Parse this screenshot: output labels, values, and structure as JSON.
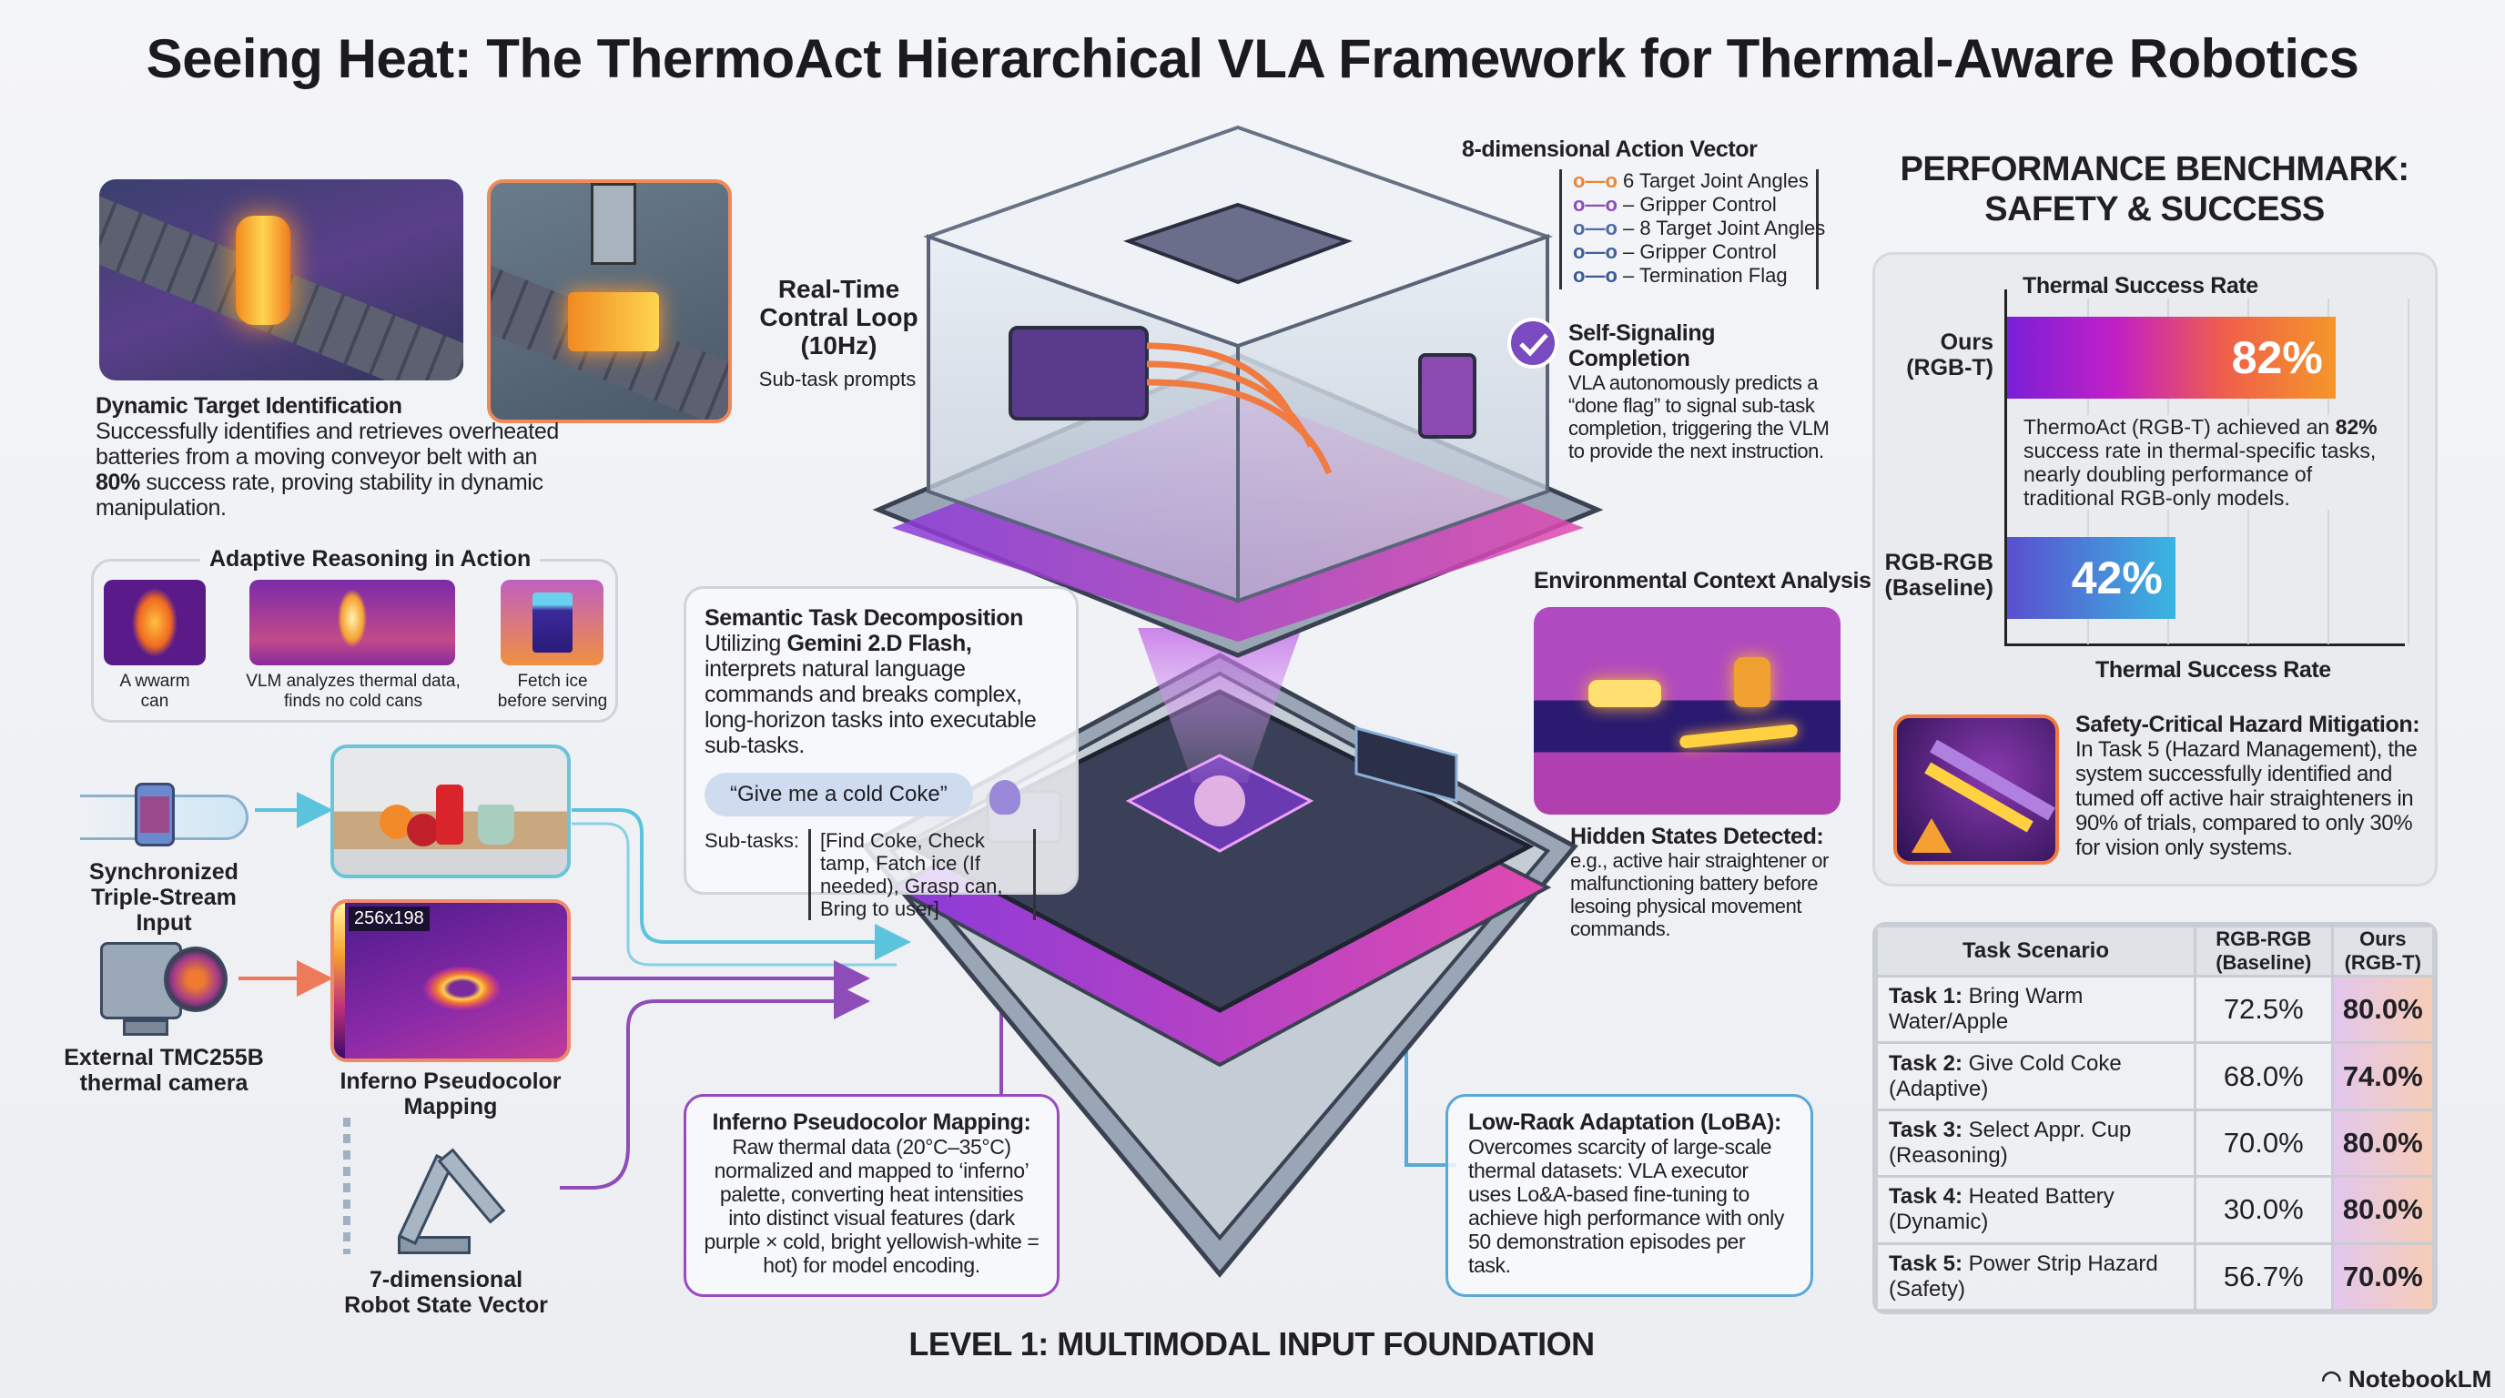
{
  "title": "Seeing Heat: The ThermoAct Hierarchical VLA Framework for Thermal-Aware Robotics",
  "dynamic": {
    "heading": "Dynamic Target Identification",
    "pre": "Successfully identifies and retrieves overheated batteries from a moving conveyor belt with an ",
    "bold": "80%",
    "post": " success rate, proving stability in dynamic manipulation."
  },
  "adaptive": {
    "heading": "Adaptive Reasoning in Action",
    "items": [
      {
        "caption": "A wwarm can"
      },
      {
        "caption": "VLM analyzes thermal data, finds no cold cans"
      },
      {
        "caption": "Fetch ice before serving"
      }
    ]
  },
  "inputs": {
    "wrist_label": "Synchronized Triple-Stream Input",
    "camera_label": "External TMC255B thermal camera",
    "thermal_resolution": "256x198",
    "thermal_label": "Inferno Pseudocolor Mapping",
    "robot_label": "7-dimensional Robot State Vector"
  },
  "control_loop": {
    "title": "Real-Time Contral Loop (10Hz)",
    "sub": "Sub-task prompts"
  },
  "action_vector": {
    "title": "8-dimensional Action Vector",
    "items": [
      "6 Target Joint Angles",
      "– Gripper Control",
      "– 8 Target Joint Angles",
      "– Gripper Control",
      "– Termination Flag"
    ],
    "colors": [
      "#e8873a",
      "#8c4fb8",
      "#4d6aa8",
      "#3f5f9e",
      "#3a5a98"
    ]
  },
  "self_signal": {
    "heading": "Self-Signaling Completion",
    "body": "VLA autonomously predicts a “done flag” to signal sub-task completion, triggering the VLM to provide the next instruction."
  },
  "semantic": {
    "heading": "Semantic Task Decomposition",
    "pre": "Utilizing ",
    "bold": "Gemini 2.D Flash,",
    "post": " interprets natural language commands and breaks complex, long-horizon tasks into executable sub-tasks.",
    "quote": "“Give me a cold Coke”",
    "subtasks_label": "Sub-tasks:",
    "subtasks": "[Find Coke, Check tamp, Fatch ice (If needed), Grasp can, Bring to user]"
  },
  "environment": {
    "title": "Environmental Context Analysis",
    "heading": "Hidden States Detected:",
    "body": "e.g., active hair straightener or malfunctioning battery before lesoing physical movement commands."
  },
  "inferno_box": {
    "heading": "Inferno Pseudocolor Mapping:",
    "body": "Raw thermal data (20°C–35°C) normalized and mapped to ‘inferno’ palette, converting heat intensities into distinct visual features (dark purple × cold, bright yellowish-white = hot) for model encoding."
  },
  "lora_box": {
    "heading": "Low-Raαk Adaptation (LoBA):",
    "body": "Overcomes scarcity of large-scale thermal datasets: VLA executor uses Lo&A-based fine-tuning to achieve high performance with only 50 demonstration episodes per task."
  },
  "level_label": "LEVEL 1: MULTIMODAL INPUT FOUNDATION",
  "benchmark": {
    "title": "PERFORMANCE BENCHMARK: SAFETY & SUCCESS",
    "note_pre": "ThermoAct (RGB-T) achieved an ",
    "note_bold": "82%",
    "note_post": " success rate in thermal-specific tasks, nearly doubling performance of traditional RGB-only models.",
    "hazard_heading": "Safety-Critical Hazard Mitigation:",
    "hazard_body": "In Task 5 (Hazard Management), the system successfully identified and tumed off active hair straighteners in 90% of trials, compared to only 30% for vision only systems."
  },
  "chart_data": {
    "type": "bar",
    "orientation": "horizontal",
    "title": "Thermal Success Rate",
    "xlabel": "Thermal Success Rate",
    "categories": [
      "Ours (RGB-T)",
      "RGB-RGB (Baseline)"
    ],
    "values": [
      82,
      42
    ],
    "value_labels": [
      "82%",
      "42%"
    ],
    "xlim": [
      0,
      100
    ],
    "grid": true,
    "colors": [
      [
        "#7a1fd6",
        "#c21fc6",
        "#f0604a",
        "#f5962a"
      ],
      [
        "#5a4fd0",
        "#3ab6e0"
      ]
    ]
  },
  "table": {
    "headers": [
      "Task Scenario",
      "RGB-RGB (Baseline)",
      "Ours (RGB-T)"
    ],
    "rows": [
      {
        "id": "Task 1:",
        "name": "Bring Warm Water/Apple",
        "base": "72.5%",
        "ours": "80.0%"
      },
      {
        "id": "Task 2:",
        "name": "Give Cold Coke (Adaptive)",
        "base": "68.0%",
        "ours": "74.0%"
      },
      {
        "id": "Task 3:",
        "name": "Select Appr. Cup (Reasoning)",
        "base": "70.0%",
        "ours": "80.0%"
      },
      {
        "id": "Task 4:",
        "name": "Heated Battery (Dynamic)",
        "base": "30.0%",
        "ours": "80.0%"
      },
      {
        "id": "Task 5:",
        "name": "Power Strip Hazard (Safety)",
        "base": "56.7%",
        "ours": "70.0%"
      }
    ]
  },
  "brand": "NotebookLM"
}
